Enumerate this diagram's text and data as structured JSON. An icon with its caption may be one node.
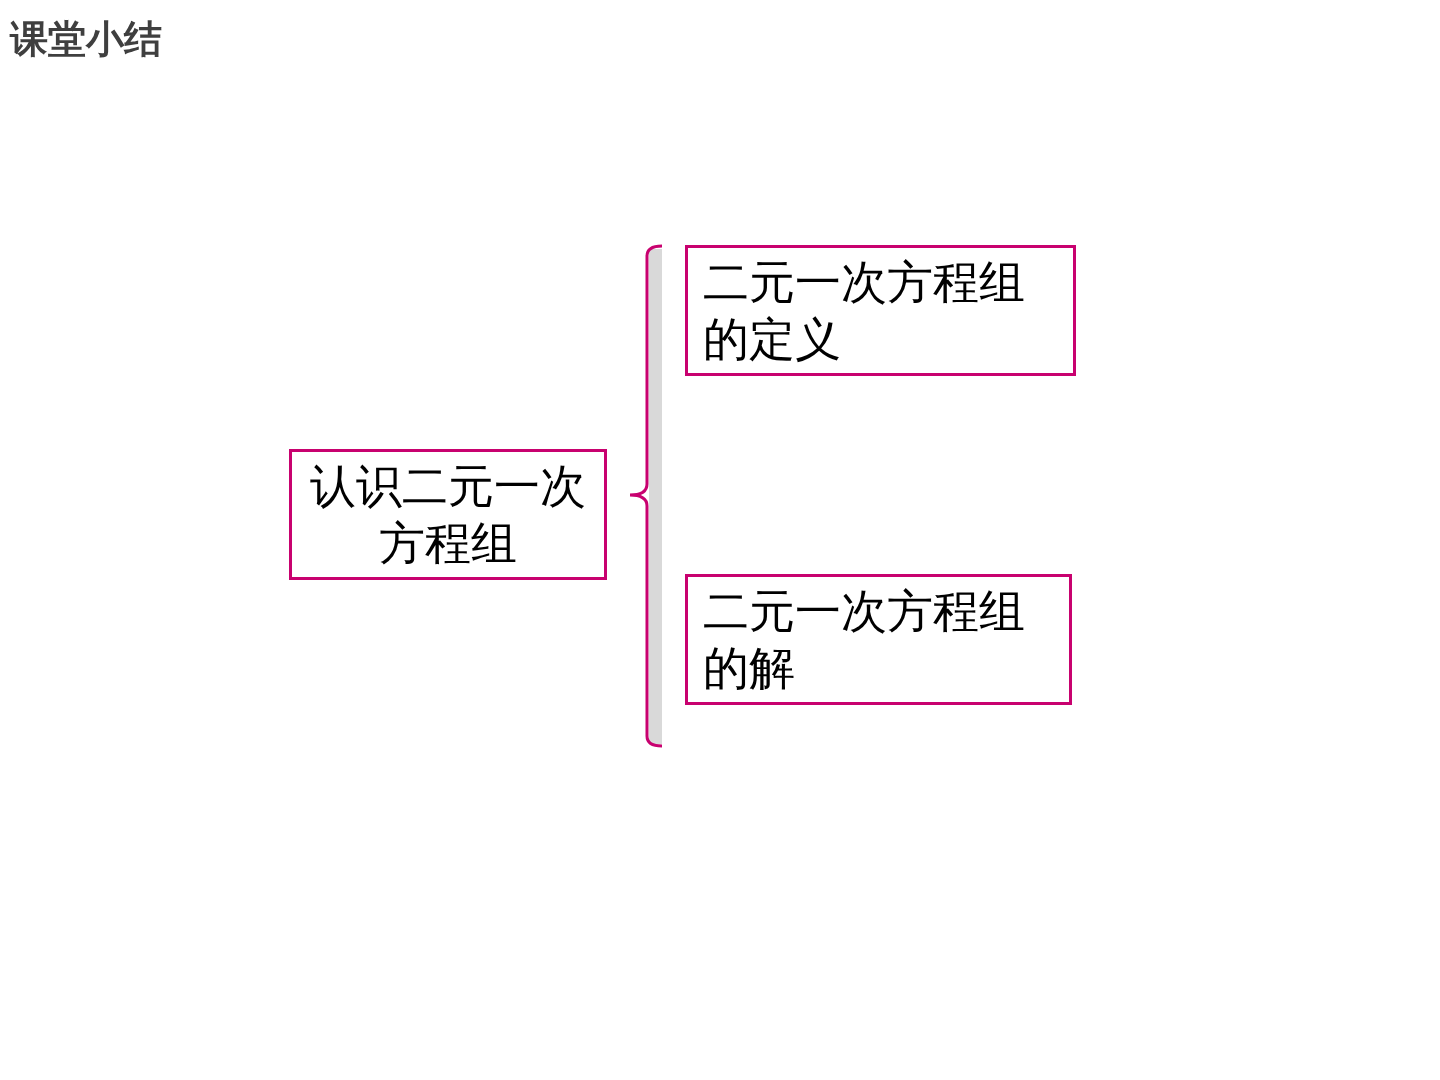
{
  "diagram": {
    "title": "课堂小结",
    "nodes": [
      {
        "text": [
          "认识二元一次方程组"
        ]
      },
      {
        "text": [
          "二元一次方程组的定义"
        ]
      },
      {
        "text": [
          "二元一次方程组的解"
        ]
      }
    ]
  }
}
